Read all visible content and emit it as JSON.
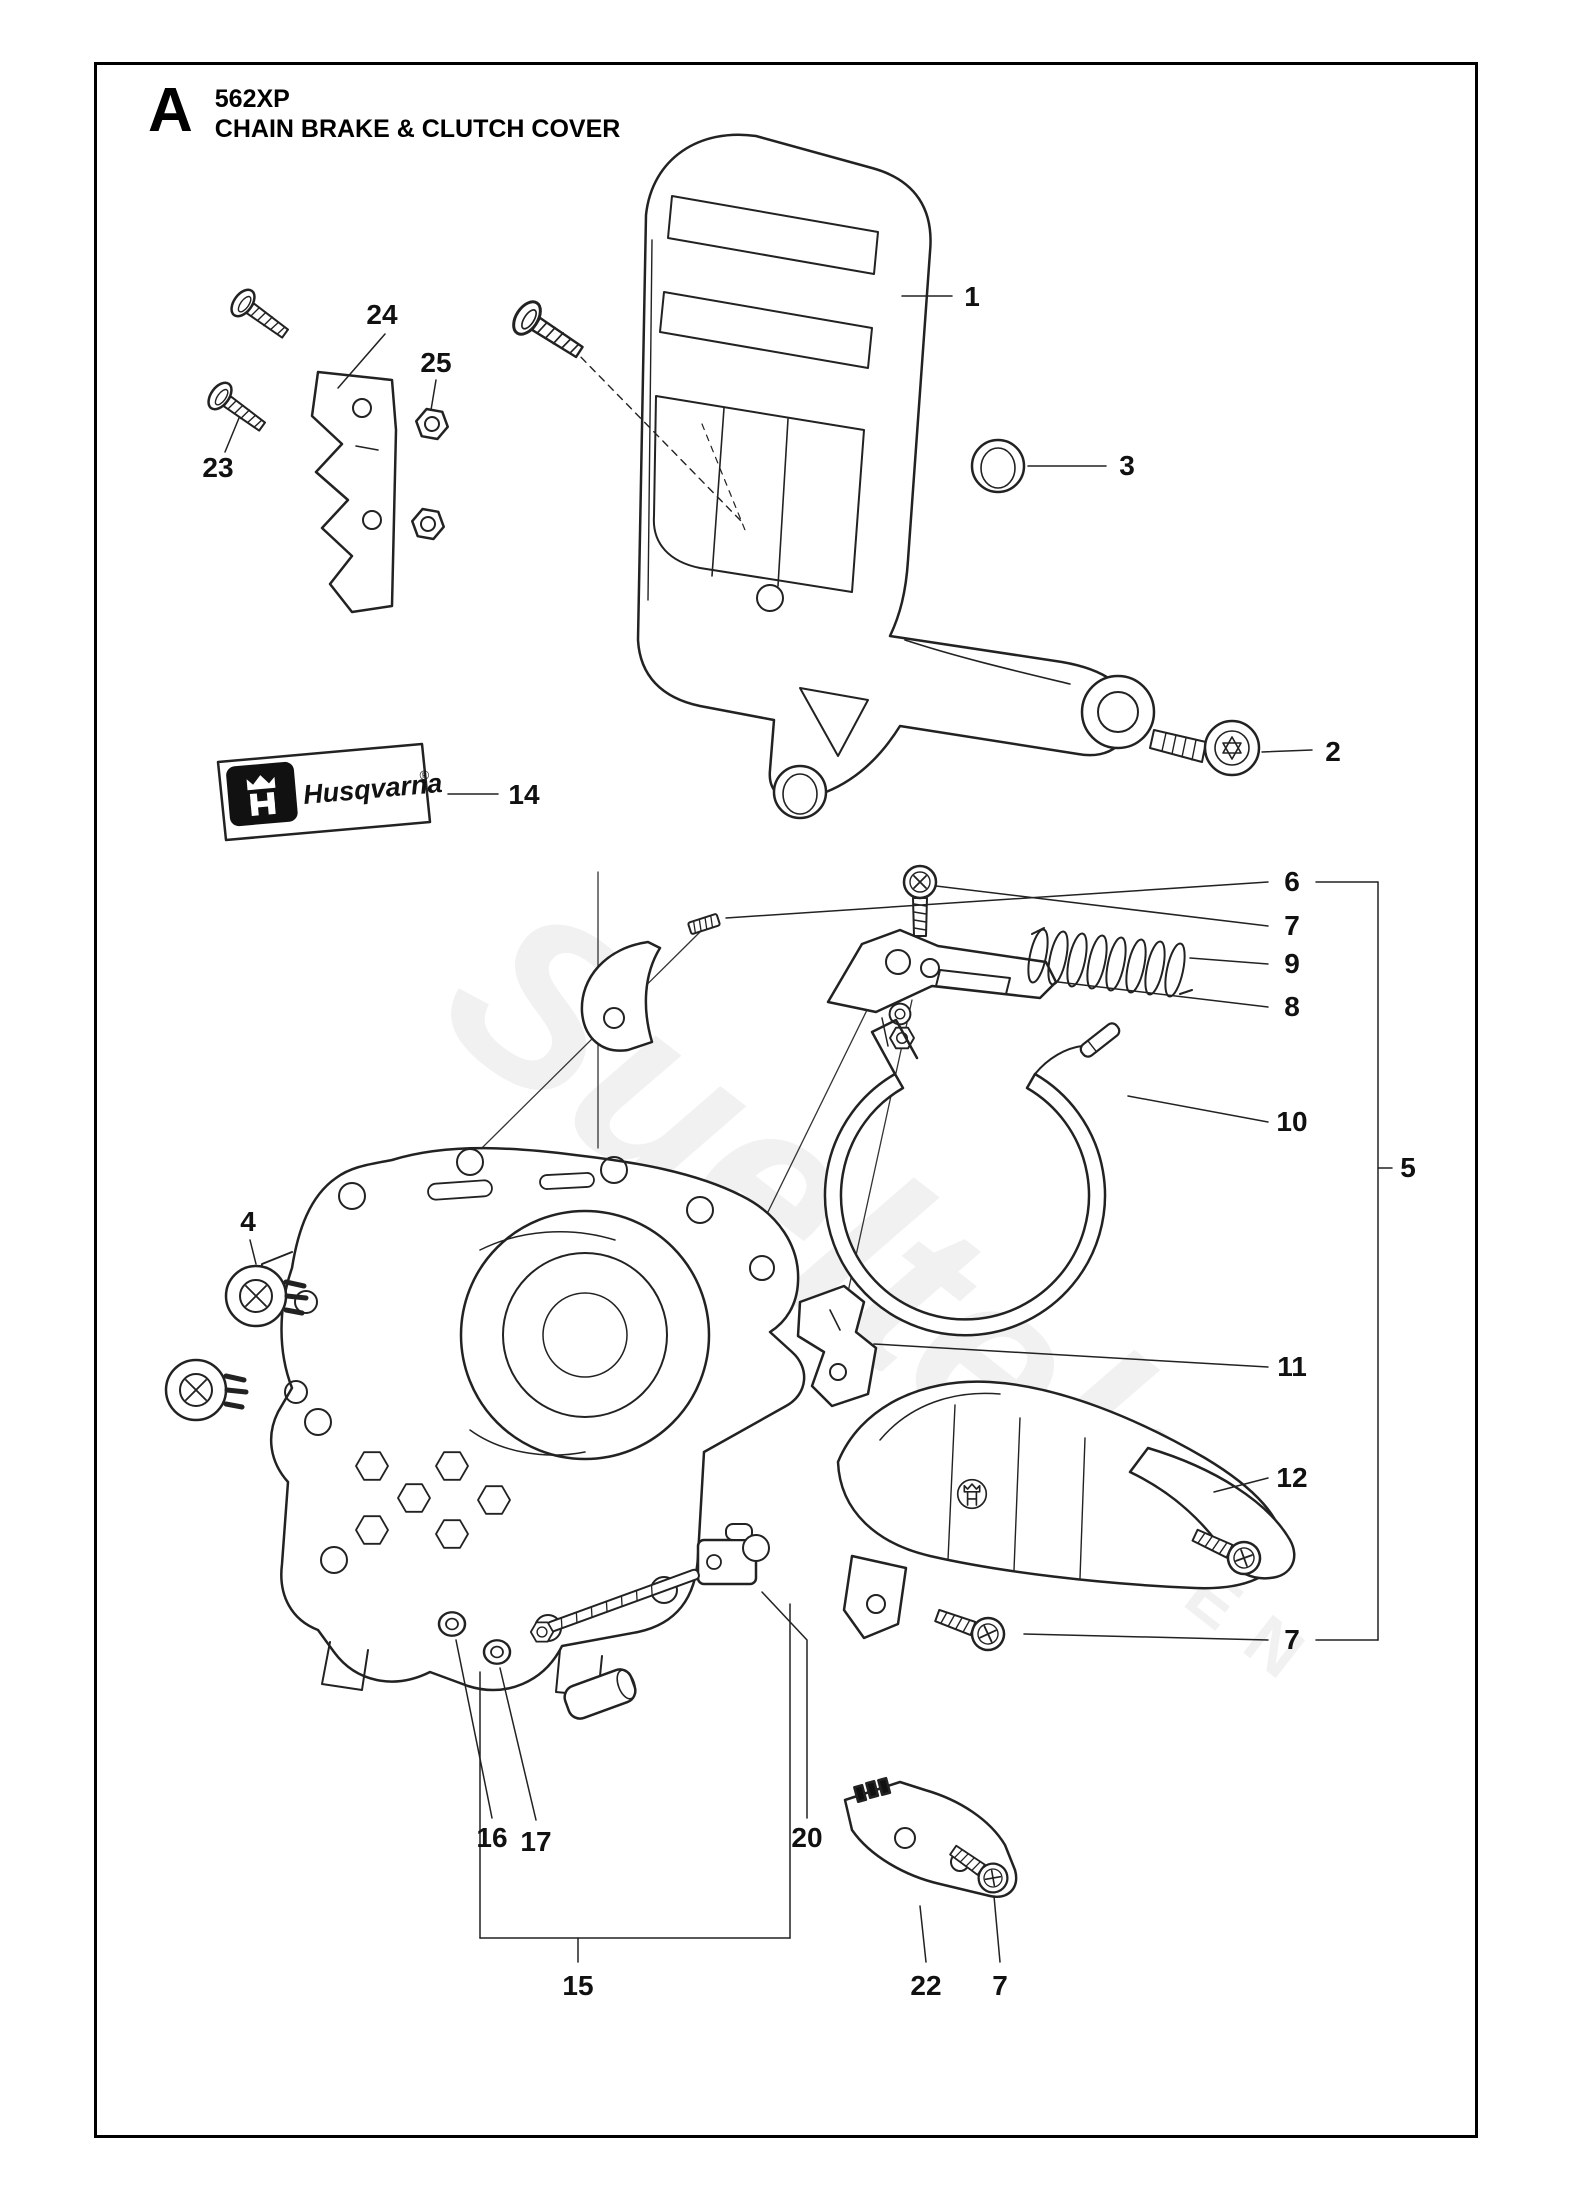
{
  "header": {
    "section_letter": "A",
    "model": "562XP",
    "title": "CHAIN BRAKE & CLUTCH COVER"
  },
  "brand": {
    "label_text": "Husqvarna",
    "registered_mark": "®",
    "logo_icon": "husqvarna-crown-icon"
  },
  "watermark": {
    "line1": "Sueltek",
    "line2": "GARDEN"
  },
  "colors": {
    "line": "#1c1c1c",
    "background": "#ffffff",
    "callout_text": "#111111",
    "logo_black": "#111111"
  },
  "callouts": [
    {
      "part": "1",
      "label": "1"
    },
    {
      "part": "3",
      "label": "3"
    },
    {
      "part": "2",
      "label": "2"
    },
    {
      "part": "24",
      "label": "24"
    },
    {
      "part": "25",
      "label": "25"
    },
    {
      "part": "23",
      "label": "23"
    },
    {
      "part": "14",
      "label": "14"
    },
    {
      "part": "6",
      "label": "6"
    },
    {
      "part": "7",
      "label": "7"
    },
    {
      "part": "9",
      "label": "9"
    },
    {
      "part": "8",
      "label": "8"
    },
    {
      "part": "10",
      "label": "10"
    },
    {
      "part": "5",
      "label": "5"
    },
    {
      "part": "11",
      "label": "11"
    },
    {
      "part": "12",
      "label": "12"
    },
    {
      "part": "7",
      "label": "7"
    },
    {
      "part": "4",
      "label": "4"
    },
    {
      "part": "16",
      "label": "16"
    },
    {
      "part": "17",
      "label": "17"
    },
    {
      "part": "20",
      "label": "20"
    },
    {
      "part": "15",
      "label": "15"
    },
    {
      "part": "22",
      "label": "22"
    },
    {
      "part": "7",
      "label": "7"
    }
  ]
}
